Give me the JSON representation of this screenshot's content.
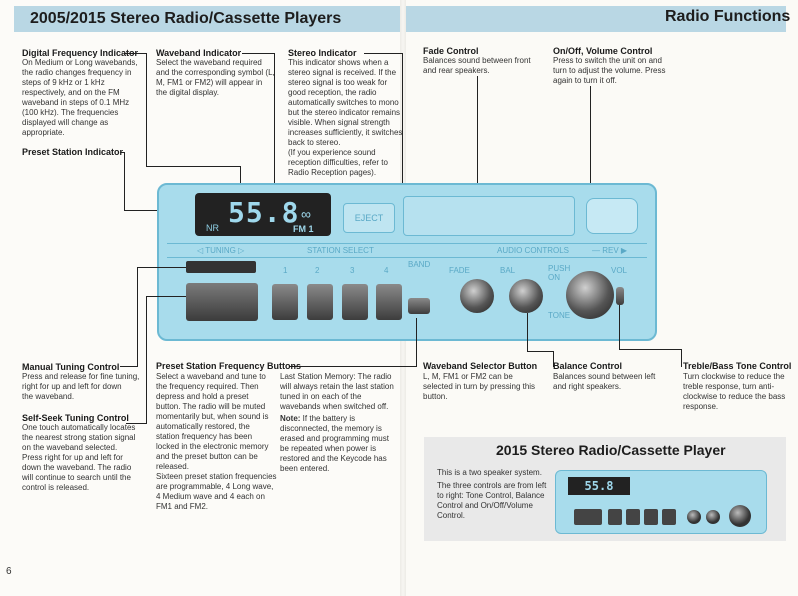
{
  "header": {
    "left_title": "2005/2015 Stereo Radio/Cassette Players",
    "right_title": "Radio Functions",
    "band_color": "#b9d7e4"
  },
  "labels": {
    "digital_frequency": {
      "title": "Digital Frequency Indicator",
      "body": "On Medium or Long wavebands,\nthe radio changes frequency in\nsteps of 9 kHz or 1 kHz\nrespectively, and on the FM\nwaveband in steps of 0.1 MHz\n(100 kHz). The frequencies\ndisplayed will change as\nappropriate."
    },
    "preset_station_indicator": {
      "title": "Preset Station Indicator"
    },
    "waveband_indicator": {
      "title": "Waveband Indicator",
      "body": "Select the waveband required\nand the corresponding symbol (L,\nM, FM1 or FM2) will appear in\nthe digital display."
    },
    "stereo_indicator": {
      "title": "Stereo Indicator",
      "body": "This indicator shows when a\nstereo signal is received. If the\nstereo signal is too weak for\ngood reception, the radio\nautomatically switches to mono\nbut the stereo indicator remains\nvisible. When signal strength\nincreases sufficiently, it switches\nback to stereo.\n(If you experience sound\nreception difficulties, refer to\nRadio Reception pages)."
    },
    "fade_control": {
      "title": "Fade Control",
      "body": "Balances sound between front\nand rear speakers."
    },
    "on_off_volume": {
      "title": "On/Off, Volume Control",
      "body": "Press to switch the unit on and\nturn to adjust the volume. Press\nagain to turn it off."
    },
    "manual_tuning": {
      "title": "Manual Tuning Control",
      "body": "Press and release for fine tuning,\nright for up and left for down\nthe waveband."
    },
    "self_seek": {
      "title": "Self-Seek Tuning Control",
      "body": "One touch automatically locates\nthe nearest strong station signal\non the waveband selected.\nPress right for up and left for\ndown the waveband. The radio\nwill continue to search until the\ncontrol is released."
    },
    "preset_buttons": {
      "title": "Preset Station Frequency Buttons",
      "body_left": "Select a waveband and tune to\nthe frequency required. Then\ndepress and hold a preset\nbutton. The radio will be muted\nmomentarily but, when sound is\nautomatically restored, the\nstation frequency has been\nlocked in the electronic memory\nand the preset button can be\nreleased.\nSixteen preset station frequencies\nare programmable, 4 Long wave,\n4 Medium wave and 4 each on\nFM1 and FM2.",
      "body_right": "Last Station Memory: The radio\nwill always retain the last station\ntuned in on each of the\nwavebands when switched off.",
      "note_title": "Note:",
      "note_body": " If the battery is\ndisconnected, the memory is\nerased and programming must\nbe repeated when power is\nrestored and the Keycode has\nbeen entered."
    },
    "waveband_selector": {
      "title": "Waveband Selector Button",
      "body": "L, M, FM1 or FM2 can be\nselected in turn by pressing this\nbutton."
    },
    "balance_control": {
      "title": "Balance Control",
      "body": "Balances sound between left\nand right speakers."
    },
    "treble_bass": {
      "title": "Treble/Bass Tone Control",
      "body": "Turn clockwise to reduce the\ntreble response, turn anti-\nclockwise to reduce the bass\nresponse."
    }
  },
  "radio": {
    "display_nr": "NR",
    "display_freq": "55.8",
    "display_band": "FM 1",
    "display_stereo": "∞",
    "eject": "EJECT",
    "tuning": "◁  TUNING  ▷",
    "station_select": "STATION SELECT",
    "audio_controls": "AUDIO CONTROLS",
    "rev": "— REV ▶",
    "band": "BAND",
    "fade": "FADE",
    "bal": "BAL",
    "push_on": "PUSH\nON",
    "vol": "VOL",
    "tone": "TONE",
    "presets": [
      "1",
      "2",
      "3",
      "4"
    ],
    "body_color": "#a8dcec"
  },
  "box2015": {
    "title": "2015 Stereo Radio/Cassette Player",
    "p1": "This is a two speaker system.",
    "p2": "The three controls are from left\nto right: Tone Control, Balance\nControl and On/Off/Volume\nControl.",
    "mini_freq": "55.8"
  },
  "page_number": "6"
}
